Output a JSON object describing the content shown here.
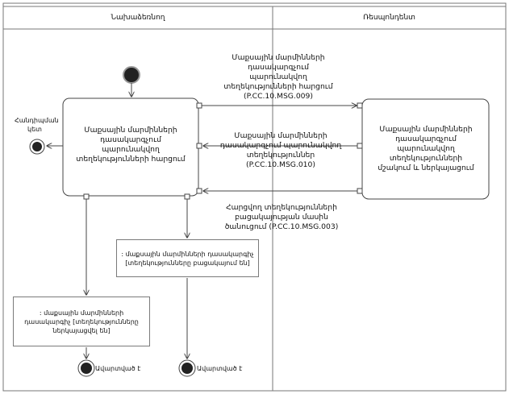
{
  "lanes": {
    "left": "Նախաձեռնող",
    "right": "Ռեսպոնդենտ"
  },
  "nodes": {
    "request_action": "Մաքսային մարմինների դասակարգչում պարունակվող տեղեկությունների հարցում",
    "process_action": "Մաքսային մարմինների դասակարգչում պարունակվող տեղեկությունների մշակում և ներկայացում",
    "final_left_label": "Ավարտված է",
    "final_mid_label": "Ավարտված է",
    "initiator_end_label": "Հանդիպման կետ"
  },
  "messages": {
    "msg1": "Մաքսային մարմինների դասակարգչում պարունակվող տեղեկությունների հարցում (P.CC.10.MSG.009)",
    "msg2": "Մաքսային մարմինների դասակարգչում պարունակվող տեղեկություններ (P.CC.10.MSG.010)",
    "msg3": "Հարցվող տեղեկությունների բացակայության մասին ծանուցում (P.CC.10.MSG.003)"
  },
  "notes": {
    "absent": ": մաքսային մարմինների դասակարգիչ [տեղեկությունները բացակայում են]",
    "present": ": մաքսային մարմինների դասակարգիչ [տեղեկությունները ներկայացվել են]"
  }
}
